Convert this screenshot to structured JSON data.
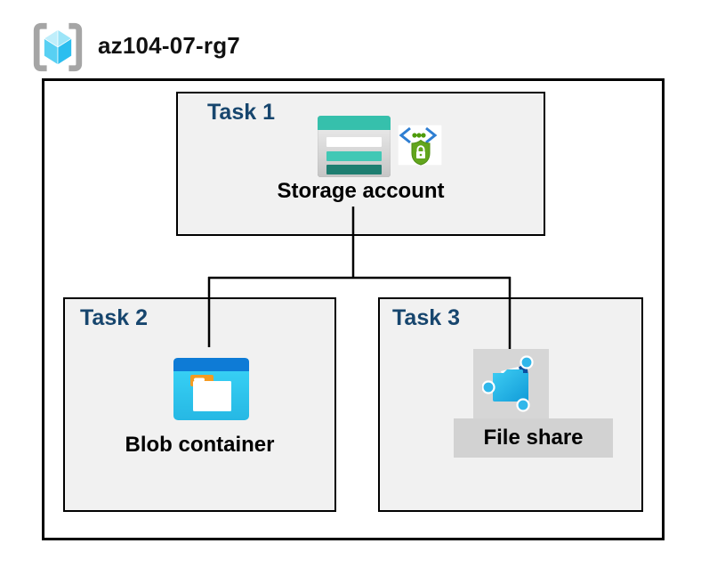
{
  "header": {
    "resource_group_name": "az104-07-rg7",
    "icon": "resource-group-icon"
  },
  "tasks": [
    {
      "label": "Task 1",
      "item": "Storage account",
      "icon": "storage-account-icon",
      "badge_icon": "secure-access-icon"
    },
    {
      "label": "Task 2",
      "item": "Blob container",
      "icon": "blob-container-icon"
    },
    {
      "label": "Task 3",
      "item": "File share",
      "icon": "file-share-icon"
    }
  ],
  "connections": [
    {
      "from": "Storage account",
      "to": "Blob container"
    },
    {
      "from": "Storage account",
      "to": "File share"
    }
  ],
  "colors": {
    "task_label": "#17466E",
    "task_box_fill": "#F1F1F1",
    "box_border": "#000000",
    "storage_teal": "#36C0AC",
    "storage_teal_mid": "#41C8B5",
    "storage_teal_dark": "#1E7E71",
    "blob_header_blue": "#0E7BD6",
    "blob_body_cyan": "#31CCF0",
    "blob_folder_tab_orange": "#F59B22",
    "fileshare_navy": "#0B55A4",
    "fileshare_cyan": "#2CB9EA",
    "selection_gray": "#D6D6D6",
    "shield_green": "#62A51D",
    "code_bracket_blue": "#2E7ED2",
    "cube_cyan_light": "#BFEEFB",
    "cube_cyan_dark": "#2CBEEF",
    "bracket_gray": "#A5A5A5"
  }
}
